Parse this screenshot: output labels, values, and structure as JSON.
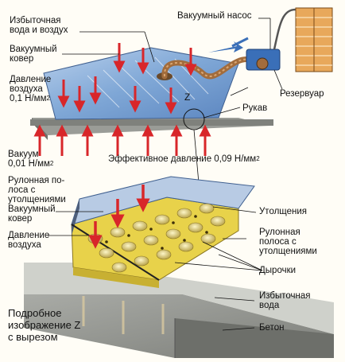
{
  "labels": {
    "excess_water_air": "Избыточная\nвода и воздух",
    "vacuum_pump": "Вакуумный насос",
    "vacuum_mat_top": "Вакуумный\nковер",
    "air_pressure_top": "Давление\nвоздуха\n0,1 Н/мм",
    "air_pressure_top_sup": "2",
    "reservoir": "Резервуар",
    "z_mark": "Z",
    "hose": "Рукав",
    "vacuum_value": "Вакуум\n0,01 Н/мм",
    "vacuum_value_sup": "2",
    "effective_pressure": "Эффективное давление 0,09 Н/мм",
    "effective_pressure_sup": "2",
    "roll_strip_left": "Рулонная по-\nлоса с\nутолщениями",
    "vacuum_mat_bottom": "Вакуумный\nковер",
    "thickenings": "Утолщения",
    "air_pressure_bottom": "Давление\nвоздуха",
    "roll_strip_right": "Рулонная\nполоса с\nутолщениями",
    "holes": "Дырочки",
    "excess_water": "Избыточная\nвода",
    "detail_caption": "Подробное\nизображение Z\nс вырезом",
    "concrete": "Бетон"
  },
  "colors": {
    "mat_blue": "#7fa7d6",
    "arrow_red": "#d8262a",
    "concrete_gray": "#8f918c",
    "strip_yellow": "#e8d24a",
    "hose_brown": "#a26c3c",
    "pump_blue": "#3a6fb8",
    "reservoir_orange": "#e8a85b"
  }
}
